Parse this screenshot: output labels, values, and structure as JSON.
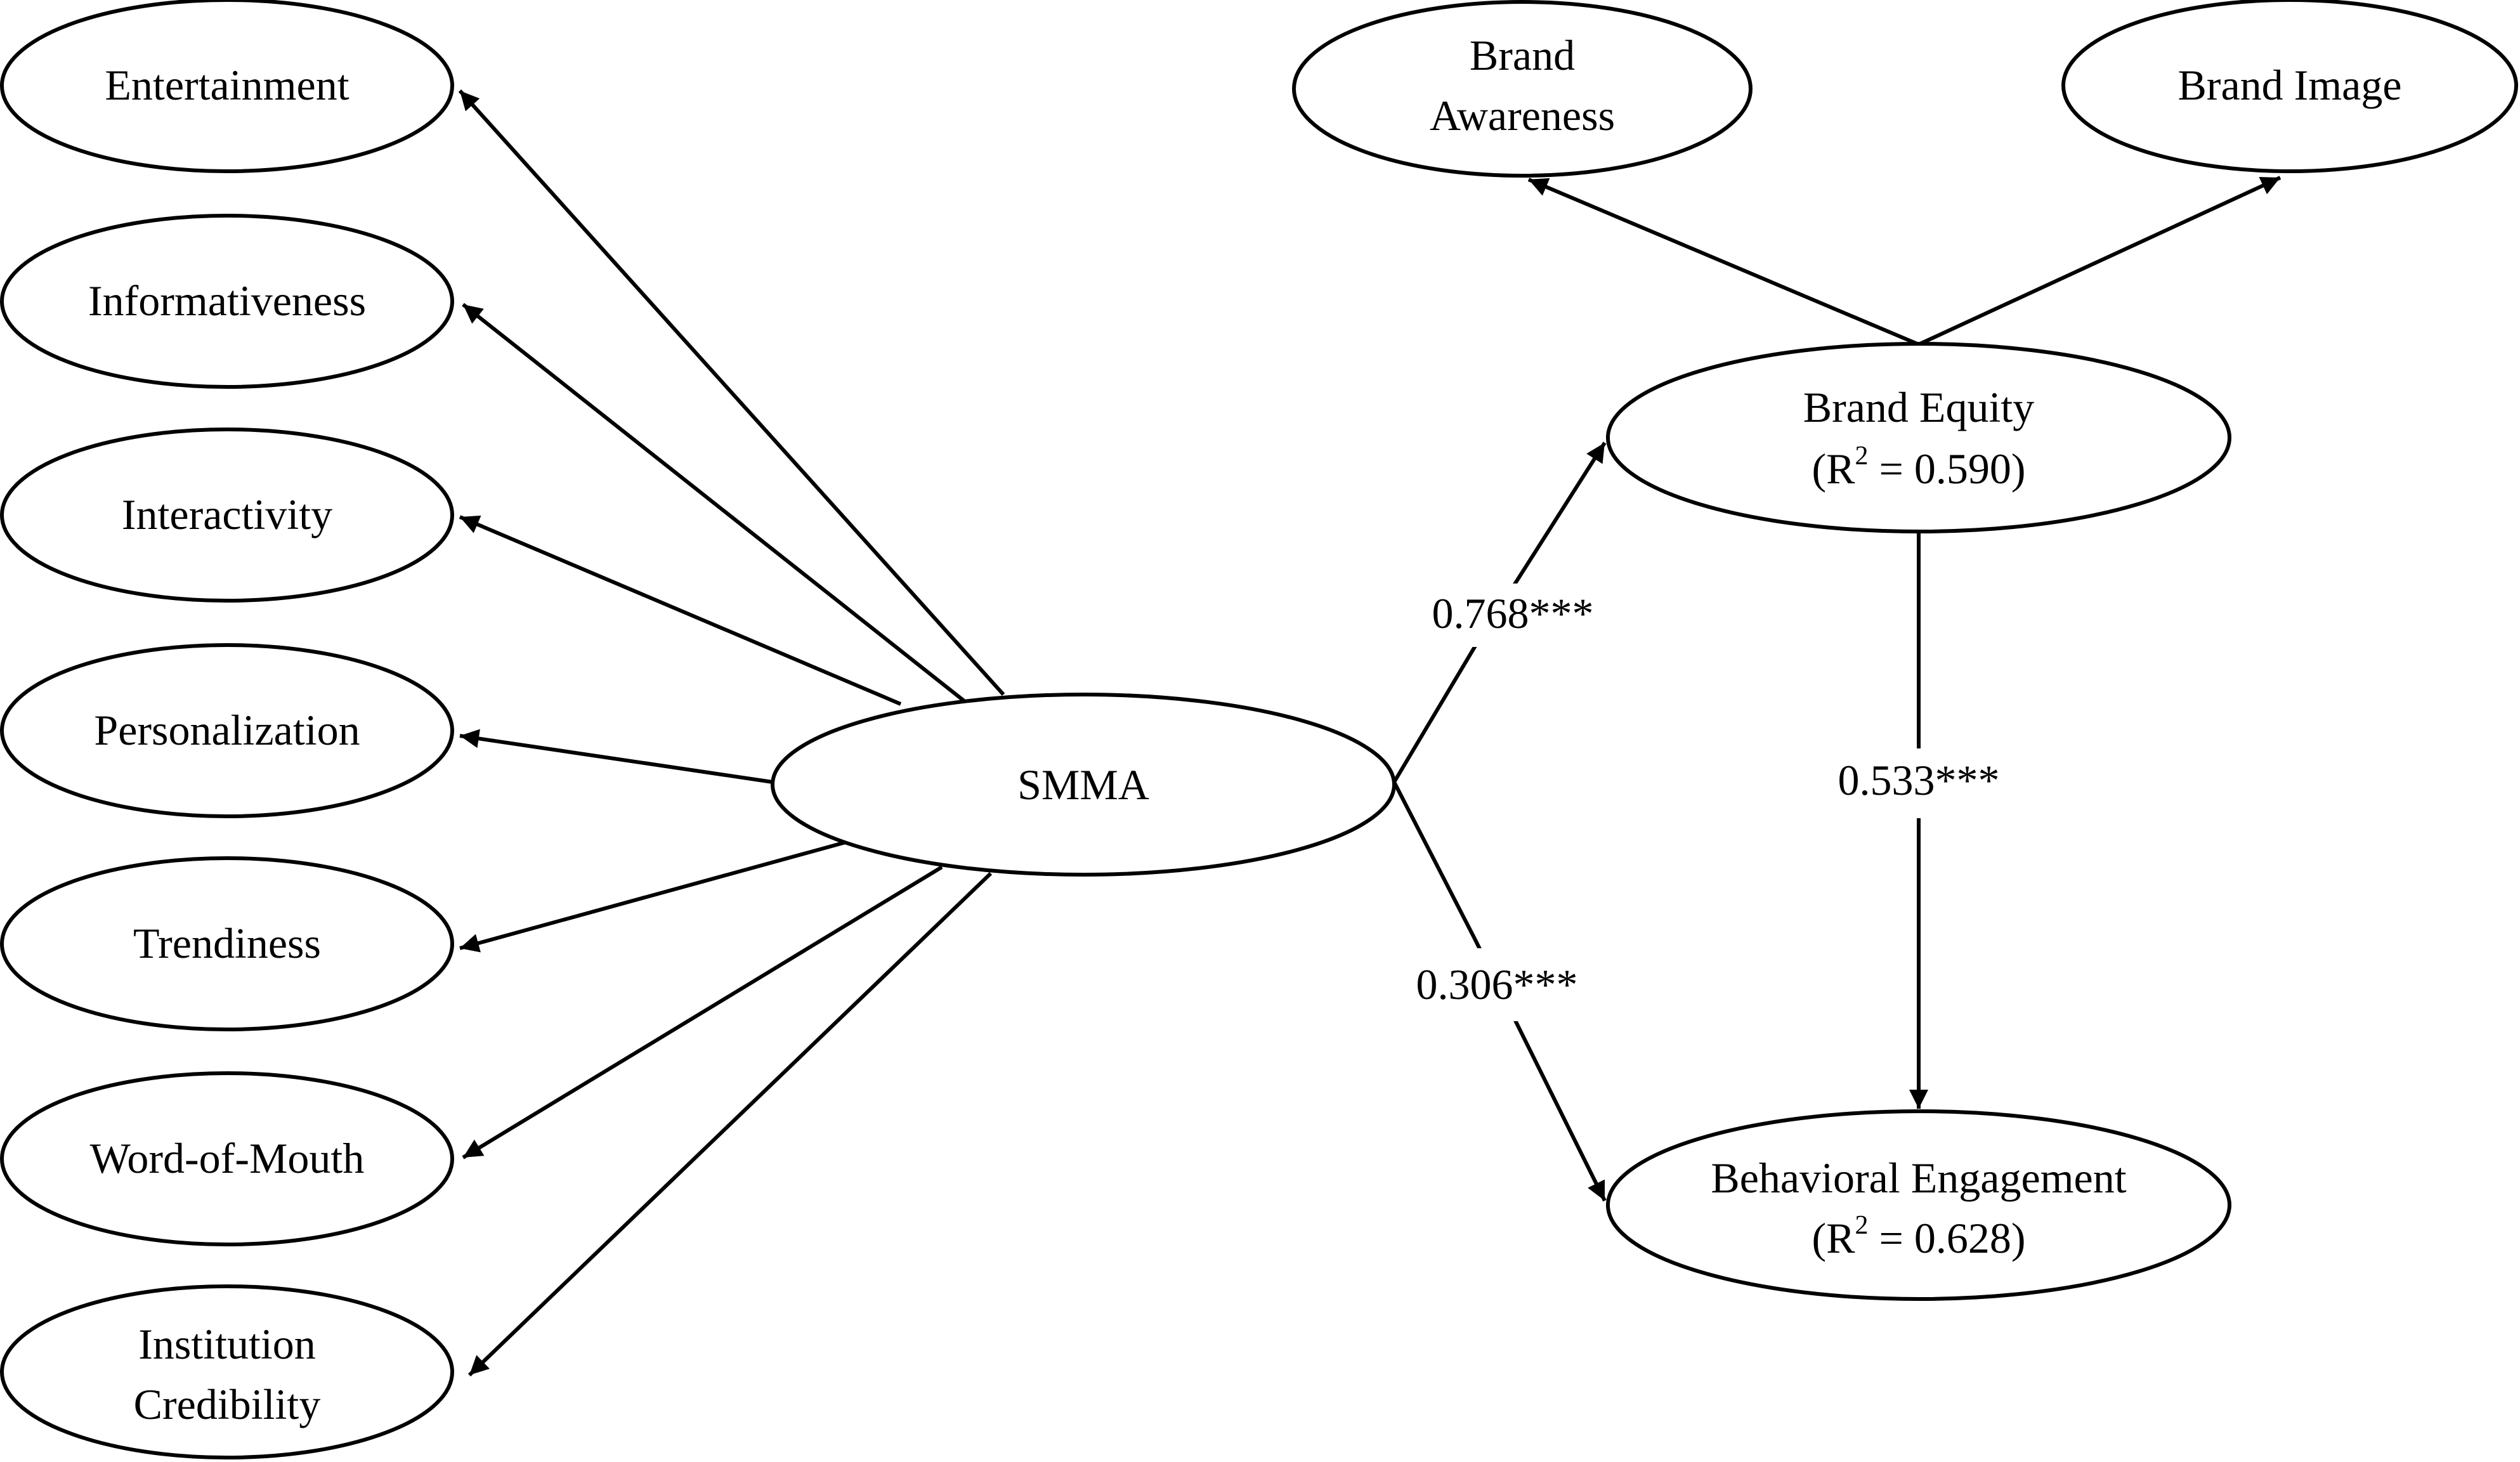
{
  "diagram": {
    "nodes": {
      "entertainment": {
        "line1": "Entertainment"
      },
      "informativeness": {
        "line1": "Informativeness"
      },
      "interactivity": {
        "line1": "Interactivity"
      },
      "personalization": {
        "line1": "Personalization"
      },
      "trendiness": {
        "line1": "Trendiness"
      },
      "word_of_mouth": {
        "line1": "Word-of-Mouth"
      },
      "institution_credibility": {
        "line1": "Institution",
        "line2": "Credibility"
      },
      "smma": {
        "line1": "SMMA"
      },
      "brand_awareness": {
        "line1": "Brand",
        "line2": "Awareness"
      },
      "brand_image": {
        "line1": "Brand Image"
      },
      "brand_equity": {
        "line1": "Brand Equity",
        "r2_open": "(R",
        "r2_sup": "2",
        "r2_rest": " = 0.590)"
      },
      "behavioral_engagement": {
        "line1": "Behavioral Engagement",
        "r2_open": "(R",
        "r2_sup": "2",
        "r2_rest": " = 0.628)"
      }
    },
    "edges": {
      "smma_to_brand_equity": "0.768***",
      "smma_to_behavioral_engagement": "0.306***",
      "brand_equity_to_behavioral_engagement": "0.533***"
    }
  }
}
